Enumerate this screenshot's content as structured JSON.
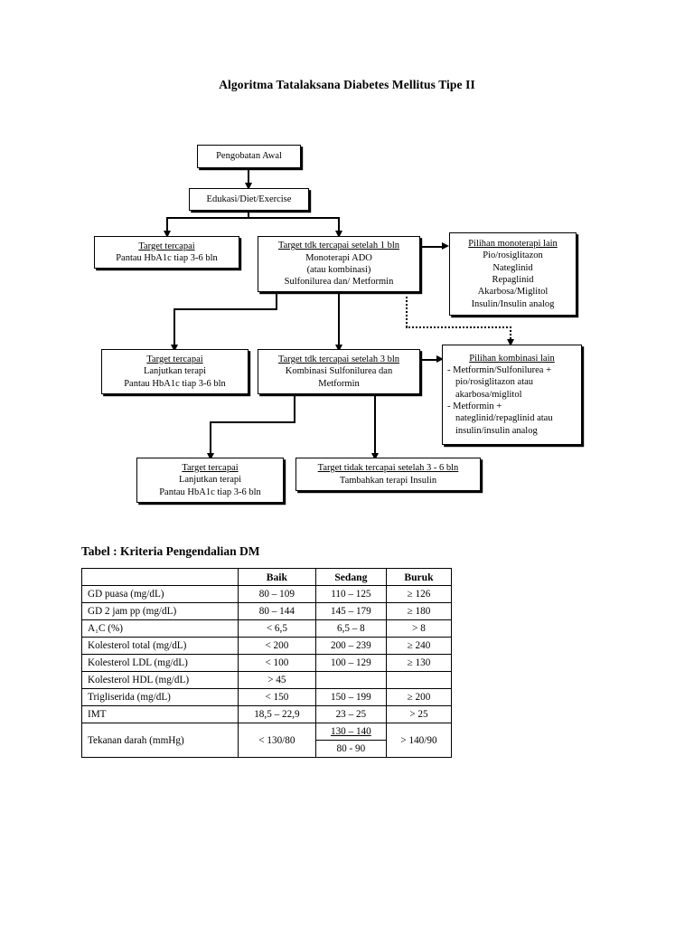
{
  "document": {
    "title": "Algoritma Tatalaksana Diabetes Mellitus Tipe II",
    "table_heading": "Tabel : Kriteria Pengendalian DM"
  },
  "flowchart": {
    "nodes": {
      "start": {
        "label": "Pengobatan Awal"
      },
      "education": {
        "label": "Edukasi/Diet/Exercise"
      },
      "target_reached_1": {
        "heading": "Target tercapai",
        "line2": "Pantau HbA1c tiap 3-6 bln"
      },
      "not_reached_1mo": {
        "heading": "Target tdk tercapai setelah 1 bln",
        "line2": "Monoterapi ADO",
        "line3": "(atau kombinasi)",
        "line4": "Sulfonilurea dan/ Metformin"
      },
      "other_mono": {
        "heading": "Pilihan monoterapi lain",
        "line2": "Pio/rosiglitazon",
        "line3": "Nateglinid",
        "line4": "Repaglinid",
        "line5": "Akarbosa/Miglitol",
        "line6": "Insulin/Insulin analog"
      },
      "target_reached_2": {
        "heading": "Target tercapai",
        "line2": "Lanjutkan terapi",
        "line3": "Pantau HbA1c tiap 3-6 bln"
      },
      "not_reached_3mo": {
        "heading": "Target tdk tercapai setelah 3 bln",
        "line2": "Kombinasi Sulfonilurea dan",
        "line3": "Metformin"
      },
      "other_combo": {
        "heading": "Pilihan kombinasi lain",
        "bullet1_line1": "Metformin/Sulfonilurea +",
        "bullet1_line2": "pio/rosiglitazon atau",
        "bullet1_line3": "akarbosa/miglitol",
        "bullet2_line1": "Metformin +",
        "bullet2_line2": "nateglinid/repaglinid atau",
        "bullet2_line3": "insulin/insulin analog",
        "bullet_marker": "-"
      },
      "target_reached_3": {
        "heading": "Target tercapai",
        "line2": "Lanjutkan terapi",
        "line3": "Pantau HbA1c tiap 3-6 bln"
      },
      "not_reached_36mo": {
        "heading": "Target tidak tercapai setelah 3 - 6 bln",
        "line2": "Tambahkan terapi Insulin"
      }
    }
  },
  "table": {
    "columns": [
      "",
      "Baik",
      "Sedang",
      "Buruk"
    ],
    "rows": [
      {
        "label": "GD puasa (mg/dL)",
        "baik": "80 – 109",
        "sedang": "110 – 125",
        "buruk": "≥ 126"
      },
      {
        "label": "GD 2 jam pp (mg/dL)",
        "baik": "80 – 144",
        "sedang": "145 – 179",
        "buruk": "≥ 180"
      },
      {
        "label": "A₁C (%)",
        "baik": "< 6,5",
        "sedang": "6,5 – 8",
        "buruk": "> 8"
      },
      {
        "label": "Kolesterol total (mg/dL)",
        "baik": "< 200",
        "sedang": "200 – 239",
        "buruk": "≥ 240"
      },
      {
        "label": "Kolesterol LDL (mg/dL)",
        "baik": "< 100",
        "sedang": "100 – 129",
        "buruk": "≥ 130"
      },
      {
        "label": "Kolesterol HDL (mg/dL)",
        "baik": "> 45",
        "sedang": "",
        "buruk": ""
      },
      {
        "label": "Trigliserida (mg/dL)",
        "baik": "< 150",
        "sedang": "150 – 199",
        "buruk": "≥ 200"
      },
      {
        "label": "IMT",
        "baik": "18,5 – 22,9",
        "sedang": "23 – 25",
        "buruk": "> 25"
      },
      {
        "label": "Tekanan darah (mmHg)",
        "baik": "< 130/80",
        "sedang": "130 – 140",
        "sedang2": "80 - 90",
        "buruk": "> 140/90"
      }
    ]
  },
  "colors": {
    "ink": "#000000",
    "paper": "#ffffff"
  }
}
